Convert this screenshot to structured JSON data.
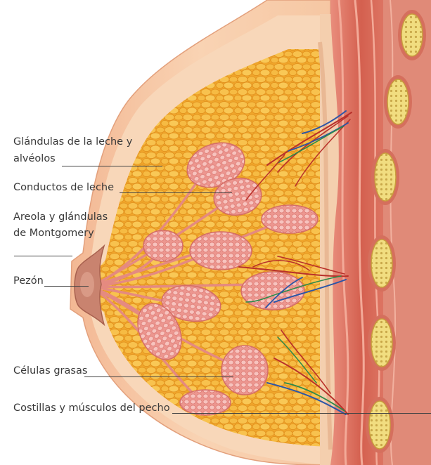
{
  "labels": {
    "milk_glands": {
      "line1": "Glándulas de la leche y",
      "line2": "alvéolos"
    },
    "milk_ducts": "Conductos de leche",
    "areola": {
      "line1": "Areola y glándulas",
      "line2": "de Montgomery"
    },
    "nipple": "Pezón",
    "fat_cells": "Células grasas",
    "ribs_muscles": "Costillas y músculos del pecho"
  },
  "colors": {
    "skin": "#f7c9a2",
    "skin_edge": "#e6a27a",
    "fat_tissue": "#f4ae2e",
    "fat_lobule": "#f9c450",
    "gland_lobule": "#f1a6a1",
    "muscle": "#d96c5c",
    "rib": "#f3e08a",
    "nipple": "#c9836f",
    "vein": "#2a55a8",
    "artery": "#b9302a",
    "nerve": "#2d8a4a"
  }
}
